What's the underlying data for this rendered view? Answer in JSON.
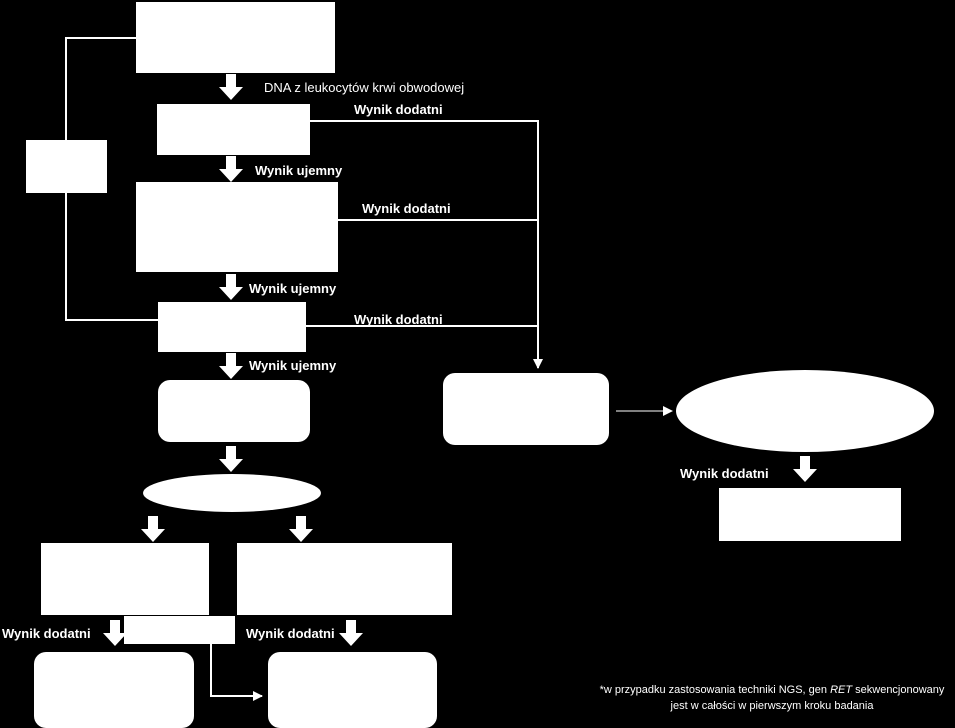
{
  "labels": {
    "dna_source": "DNA z leukocytów krwi obwodowej",
    "positive": "Wynik dodatni",
    "negative": "Wynik ujemny"
  },
  "footnote": {
    "line1_before": "*w przypadku zastosowania techniki NGS, gen ",
    "line1_gene": "RET",
    "line1_after": " sekwencjonowany",
    "line2": "jest w całości w pierwszym kroku badania"
  },
  "colors": {
    "background": "#000000",
    "shape_fill": "#ffffff",
    "line": "#ffffff"
  }
}
